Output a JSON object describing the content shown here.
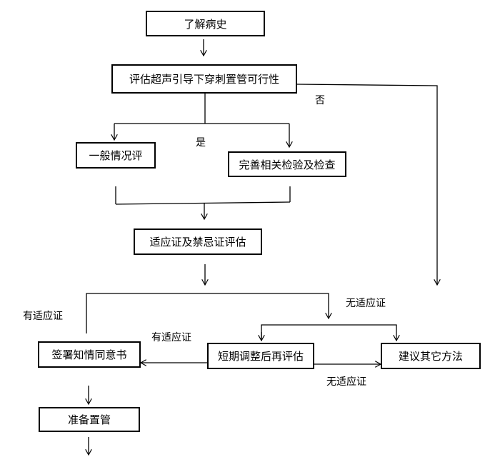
{
  "nodes": {
    "history": "了解病史",
    "feasibility": "评估超声引导下穿刺置管可行性",
    "general": "一般情况评",
    "labs": "完善相关检验及检查",
    "indications": "适应证及禁忌证评估",
    "consent": "签署知情同意书",
    "reassess": "短期调整后再评估",
    "other": "建议其它方法",
    "prepare": "准备置管"
  },
  "edge_labels": {
    "no": "否",
    "yes": "是",
    "has_indication_left": "有适应证",
    "no_indication_top": "无适应证",
    "has_indication_mid": "有适应证",
    "no_indication_bottom": "无适应证"
  },
  "colors": {
    "line": "#000000",
    "border": "#000000",
    "background": "#ffffff"
  }
}
